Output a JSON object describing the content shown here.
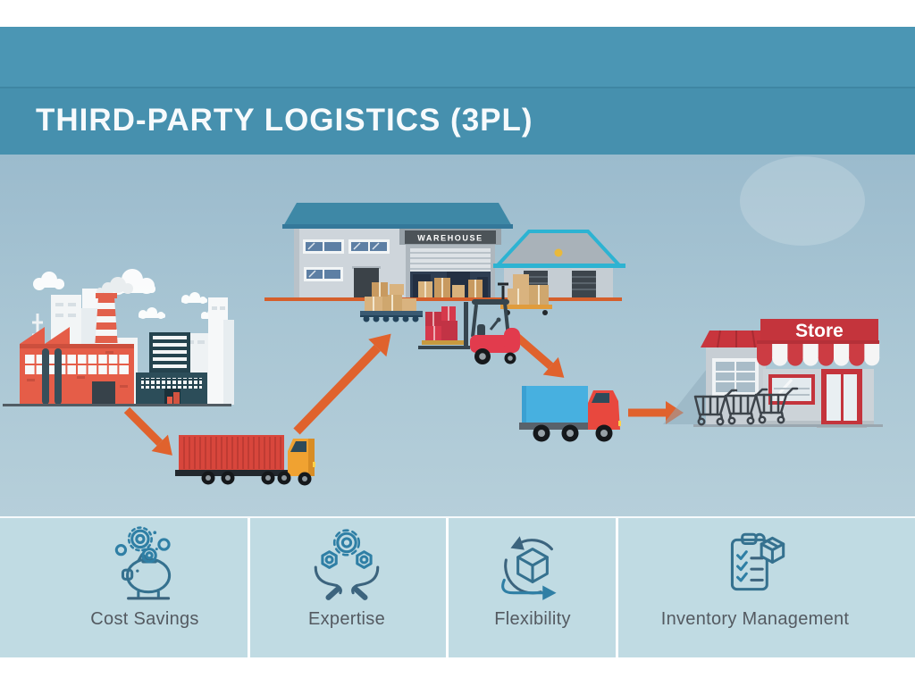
{
  "title": "THIRD-PARTY LOGISTICS (3PL)",
  "scene": {
    "warehouse_sign": "WAREHOUSE",
    "store_sign": "Store"
  },
  "features": [
    {
      "label": "Cost Savings",
      "icon": "piggy-bank-coins-icon"
    },
    {
      "label": "Expertise",
      "icon": "hands-holding-gears-icon"
    },
    {
      "label": "Flexibility",
      "icon": "cube-rotation-arrows-icon"
    },
    {
      "label": "Inventory Management",
      "icon": "clipboard-checklist-box-icon"
    }
  ],
  "colors": {
    "header_blue": "#4b96b4",
    "title_band_blue": "#4690ae",
    "scene_sky_top": "#9bbbcd",
    "scene_sky_bottom": "#b6cfda",
    "features_background": "#c0dbe3",
    "arrow_orange": "#e0622d",
    "icon_stroke_teal": "#2f7fa5",
    "icon_stroke_dark": "#3c647e",
    "label_gray": "#545a61",
    "factory_red": "#e55d48",
    "warehouse_roof_teal": "#3e88a6",
    "warehouse_ground_orange": "#d55f2b",
    "store_sign_red": "#c4343c",
    "truck_container_red": "#d8463c",
    "truck_cab_orange": "#f0a231",
    "delivery_box_blue": "#47b0e0",
    "forklift_red": "#e23b4d",
    "box_tan": "#d9b37f"
  }
}
